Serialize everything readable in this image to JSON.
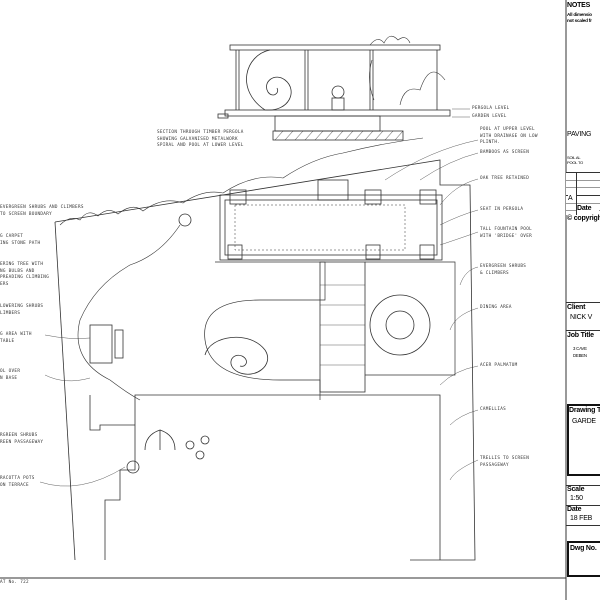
{
  "section": {
    "caption": [
      "SECTION THROUGH TIMBER PERGOLA",
      "SHOWING GALVANISED METALWORK",
      "SPIRAL AND POOL AT LOWER LEVEL"
    ],
    "levels": [
      "PERGOLA LEVEL",
      "GARDEN LEVEL"
    ]
  },
  "right_labels": [
    "POOL AT UPPER LEVEL\nWITH DRAINAGE ON LOW\nPLINTH.",
    "BAMBOOS AS SCREEN",
    "OAK TREE RETAINED",
    "SEAT IN PERGOLA",
    "TALL FOUNTAIN POOL\nWITH 'BRIDGE' OVER",
    "EVERGREEN SHRUBS\n& CLIMBERS",
    "DINING AREA",
    "ACER PALMATUM",
    "CAMELLIAS",
    "TRELLIS TO SCREEN\nPASSAGEWAY"
  ],
  "left_labels": [
    "EVERGREEN SHRUBS AND CLIMBERS\nTO SCREEN BOUNDARY",
    "G CARPET\nING STONE PATH",
    "ERING TREE WITH\nNG BULBS AND\nPREADING CLIMBING\nERS",
    "LOWERING SHRUBS\nLIMBERS",
    "G AREA WITH\nTABLE",
    "OL OVER\nN BASE",
    "RGREEN SHRUBS\nREEN PASSAGEWAY",
    "RACOTTA POTS\nON TERRACE"
  ],
  "footer_ref": "AT No. 722",
  "title_block": {
    "notes_heading": "NOTES",
    "notes_text": "All dimensio\nnot scaled fr",
    "paving_note": "PAVING",
    "soil_note": "SOIL AL\nPOOL TO",
    "revision": "A",
    "date_heading": "Date",
    "copyright": "© copyright",
    "client_heading": "Client",
    "client": "NICK V",
    "job_title_heading": "Job Title",
    "job_title": "3 CAVE\nDEBEN",
    "drawing_title_heading": "Drawing Ti",
    "drawing_title": "GARDE",
    "scale_heading": "Scale",
    "scale": "1:50",
    "date_label": "Date",
    "date": "18 FEB",
    "dwg_no_heading": "Dwg No."
  }
}
